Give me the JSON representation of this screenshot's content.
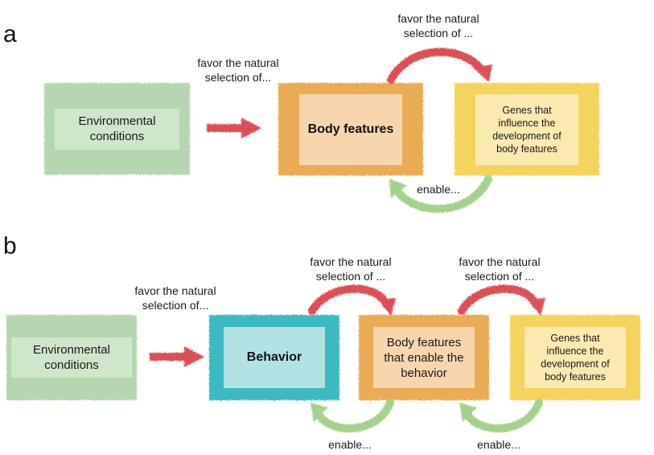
{
  "colors": {
    "env_outer": "#b5d6b0",
    "env_inner": "#cfe6ca",
    "body_outer": "#e9ab57",
    "body_inner": "#f7d6ae",
    "genes_outer": "#f4d35e",
    "genes_inner": "#faeab0",
    "behavior_outer": "#3db9c1",
    "behavior_inner": "#b2e2e4",
    "arrow_red": "#dd4f58",
    "arrow_green": "#a6d18c"
  },
  "panel_a": {
    "label": "a",
    "boxes": {
      "environment": {
        "line1": "Environmental",
        "line2": "conditions"
      },
      "body_features": {
        "text": "Body features"
      },
      "genes": {
        "line1": "Genes that",
        "line2": "influence the",
        "line3": "development of",
        "line4": "body features"
      }
    },
    "captions": {
      "env_to_body": {
        "line1": "favor the natural",
        "line2": "selection of..."
      },
      "body_to_genes": {
        "line1": "favor the natural",
        "line2": "selection of ..."
      },
      "genes_to_body": {
        "text": "enable..."
      }
    }
  },
  "panel_b": {
    "label": "b",
    "boxes": {
      "environment": {
        "line1": "Environmental",
        "line2": "conditions"
      },
      "behavior": {
        "text": "Behavior"
      },
      "body_features": {
        "line1": "Body features",
        "line2": "that enable the",
        "line3": "behavior"
      },
      "genes": {
        "line1": "Genes that",
        "line2": "influence the",
        "line3": "development of",
        "line4": "body features"
      }
    },
    "captions": {
      "env_to_behavior": {
        "line1": "favor the natural",
        "line2": "selection of..."
      },
      "behavior_to_body": {
        "line1": "favor the natural",
        "line2": "selection of ..."
      },
      "body_to_genes": {
        "line1": "favor the natural",
        "line2": "selection of ..."
      },
      "body_to_behavior": {
        "text": "enable..."
      },
      "genes_to_body": {
        "text": "enable..."
      }
    }
  }
}
